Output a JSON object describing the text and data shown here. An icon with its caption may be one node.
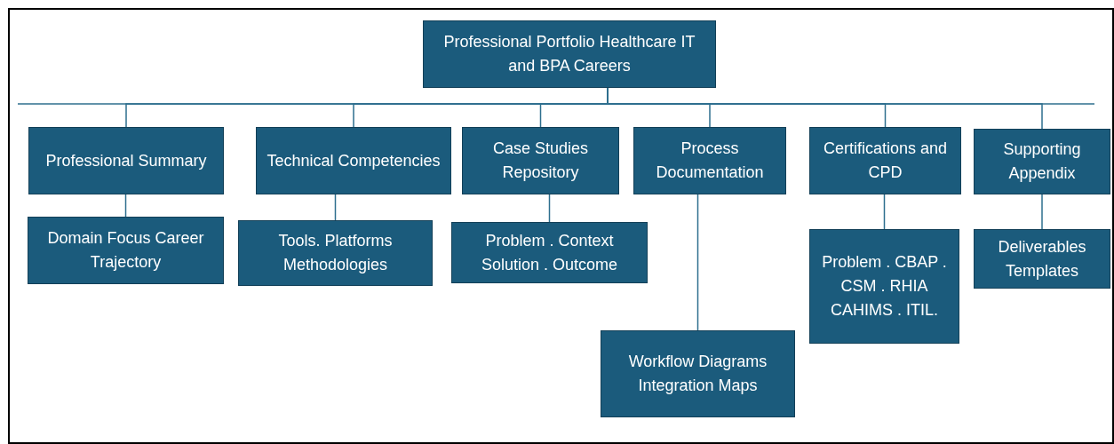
{
  "diagram": {
    "nodes": [
      {
        "text": [
          "Professional Portfolio Healthcare IT and BPA Careers"
        ]
      },
      {
        "text": [
          "Professional Summary"
        ]
      },
      {
        "text": [
          "Technical Competencies"
        ]
      },
      {
        "text": [
          "Case Studies Repository"
        ]
      },
      {
        "text": [
          "Process Documentation"
        ]
      },
      {
        "text": [
          "Certifications and CPD"
        ]
      },
      {
        "text": [
          "Supporting Appendix"
        ]
      },
      {
        "text": [
          "Domain Focus Career Trajectory"
        ]
      },
      {
        "text": [
          "Tools. Platforms Methodologies"
        ]
      },
      {
        "text": [
          "Problem . Context Solution . Outcome"
        ]
      },
      {
        "text": [
          "Workflow Diagrams Integration Maps"
        ]
      },
      {
        "text": [
          "Problem . CBAP . CSM . RHIA CAHIMS . ITIL."
        ]
      },
      {
        "text": [
          "Deliverables Templates"
        ]
      }
    ],
    "edges": [
      {
        "from": 0,
        "to": 1,
        "arrow": "none"
      },
      {
        "from": 0,
        "to": 2,
        "arrow": "none"
      },
      {
        "from": 0,
        "to": 3,
        "arrow": "none"
      },
      {
        "from": 0,
        "to": 4,
        "arrow": "none"
      },
      {
        "from": 0,
        "to": 5,
        "arrow": "none"
      },
      {
        "from": 0,
        "to": 6,
        "arrow": "none"
      },
      {
        "from": 1,
        "to": 7,
        "arrow": "none"
      },
      {
        "from": 2,
        "to": 8,
        "arrow": "none"
      },
      {
        "from": 3,
        "to": 9,
        "arrow": "none"
      },
      {
        "from": 4,
        "to": 10,
        "arrow": "none"
      },
      {
        "from": 5,
        "to": 11,
        "arrow": "none"
      },
      {
        "from": 6,
        "to": 12,
        "arrow": "none"
      }
    ]
  }
}
